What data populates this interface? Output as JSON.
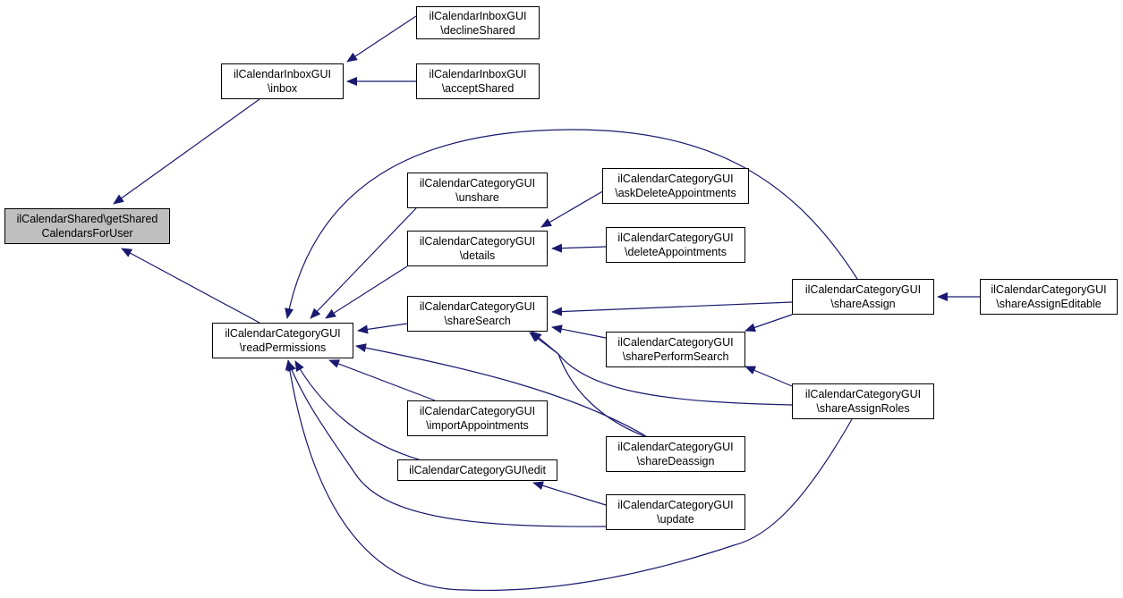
{
  "diagram": {
    "edge_color": "#191970",
    "root_fill": "#bfbfbf",
    "nodes": [
      {
        "id": "root",
        "lines": [
          "ilCalendarShared\\getShared",
          "CalendarsForUser"
        ]
      },
      {
        "id": "inbox",
        "lines": [
          "ilCalendarInboxGUI",
          "\\inbox"
        ]
      },
      {
        "id": "declineShared",
        "lines": [
          "ilCalendarInboxGUI",
          "\\declineShared"
        ]
      },
      {
        "id": "acceptShared",
        "lines": [
          "ilCalendarInboxGUI",
          "\\acceptShared"
        ]
      },
      {
        "id": "readPermissions",
        "lines": [
          "ilCalendarCategoryGUI",
          "\\readPermissions"
        ]
      },
      {
        "id": "unshare",
        "lines": [
          "ilCalendarCategoryGUI",
          "\\unshare"
        ]
      },
      {
        "id": "details",
        "lines": [
          "ilCalendarCategoryGUI",
          "\\details"
        ]
      },
      {
        "id": "askDeleteAppointments",
        "lines": [
          "ilCalendarCategoryGUI",
          "\\askDeleteAppointments"
        ]
      },
      {
        "id": "deleteAppointments",
        "lines": [
          "ilCalendarCategoryGUI",
          "\\deleteAppointments"
        ]
      },
      {
        "id": "shareSearch",
        "lines": [
          "ilCalendarCategoryGUI",
          "\\shareSearch"
        ]
      },
      {
        "id": "sharePerformSearch",
        "lines": [
          "ilCalendarCategoryGUI",
          "\\sharePerformSearch"
        ]
      },
      {
        "id": "shareAssign",
        "lines": [
          "ilCalendarCategoryGUI",
          "\\shareAssign"
        ]
      },
      {
        "id": "shareAssignEditable",
        "lines": [
          "ilCalendarCategoryGUI",
          "\\shareAssignEditable"
        ]
      },
      {
        "id": "shareAssignRoles",
        "lines": [
          "ilCalendarCategoryGUI",
          "\\shareAssignRoles"
        ]
      },
      {
        "id": "importAppointments",
        "lines": [
          "ilCalendarCategoryGUI",
          "\\importAppointments"
        ]
      },
      {
        "id": "shareDeassign",
        "lines": [
          "ilCalendarCategoryGUI",
          "\\shareDeassign"
        ]
      },
      {
        "id": "edit",
        "lines": [
          "ilCalendarCategoryGUI\\edit"
        ]
      },
      {
        "id": "update",
        "lines": [
          "ilCalendarCategoryGUI",
          "\\update"
        ]
      }
    ],
    "edges": [
      {
        "from": "inbox",
        "to": "root"
      },
      {
        "from": "declineShared",
        "to": "inbox"
      },
      {
        "from": "acceptShared",
        "to": "inbox"
      },
      {
        "from": "readPermissions",
        "to": "root"
      },
      {
        "from": "unshare",
        "to": "readPermissions"
      },
      {
        "from": "details",
        "to": "readPermissions"
      },
      {
        "from": "askDeleteAppointments",
        "to": "details"
      },
      {
        "from": "deleteAppointments",
        "to": "details"
      },
      {
        "from": "shareSearch",
        "to": "readPermissions"
      },
      {
        "from": "shareAssign",
        "to": "shareSearch"
      },
      {
        "from": "shareAssign",
        "to": "readPermissions"
      },
      {
        "from": "shareAssignEditable",
        "to": "shareAssign"
      },
      {
        "from": "sharePerformSearch",
        "to": "shareSearch"
      },
      {
        "from": "shareAssign",
        "to": "sharePerformSearch"
      },
      {
        "from": "shareAssignRoles",
        "to": "sharePerformSearch"
      },
      {
        "from": "shareAssignRoles",
        "to": "shareSearch"
      },
      {
        "from": "shareAssignRoles",
        "to": "readPermissions"
      },
      {
        "from": "importAppointments",
        "to": "readPermissions"
      },
      {
        "from": "shareDeassign",
        "to": "shareSearch"
      },
      {
        "from": "shareDeassign",
        "to": "readPermissions"
      },
      {
        "from": "edit",
        "to": "readPermissions"
      },
      {
        "from": "update",
        "to": "edit"
      },
      {
        "from": "update",
        "to": "readPermissions"
      }
    ]
  }
}
